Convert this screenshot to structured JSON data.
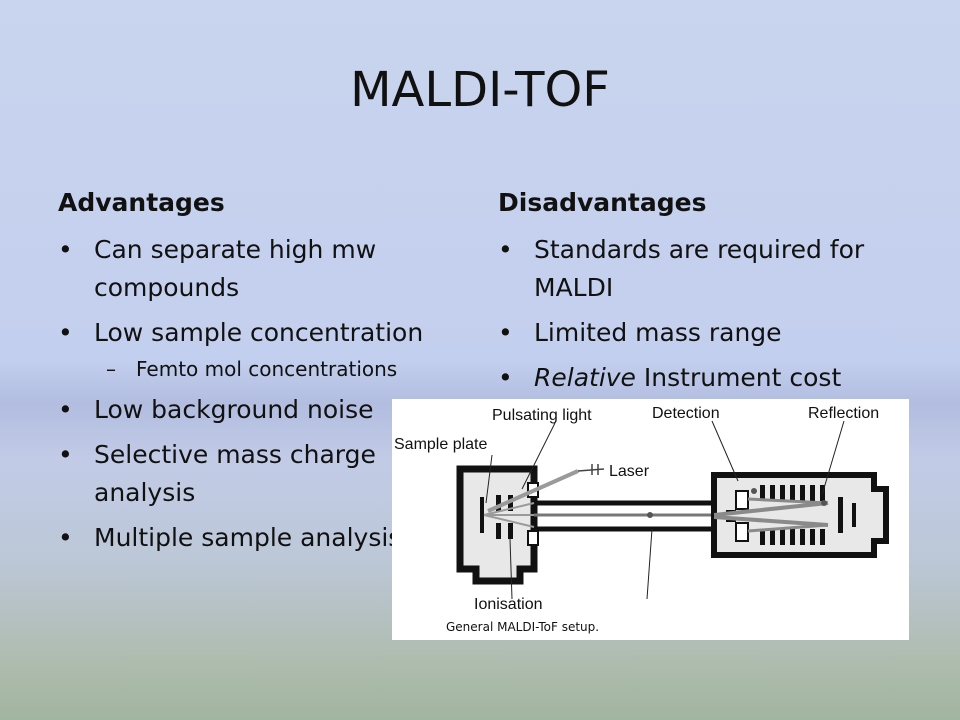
{
  "slide": {
    "title": "MALDI-TOF",
    "advantages": {
      "heading": "Advantages",
      "items": [
        "Can separate high mw compounds",
        "Low sample concentration",
        "Low background noise",
        "Selective mass charge analysis",
        "Multiple sample analysis"
      ],
      "subitem": "Femto mol concentrations"
    },
    "disadvantages": {
      "heading": "Disadvantages",
      "items": [
        "Standards are required for MALDI",
        "Limited mass range"
      ],
      "last_item_italic": "Relative",
      "last_item_rest": " Instrument cost"
    }
  },
  "figure": {
    "labels": {
      "pulsating_light": "Pulsating light",
      "detection": "Detection",
      "reflection": "Reflection",
      "sample_plate": "Sample plate",
      "laser": "Laser",
      "ionisation": "Ionisation"
    },
    "caption": "General MALDI-ToF setup."
  }
}
